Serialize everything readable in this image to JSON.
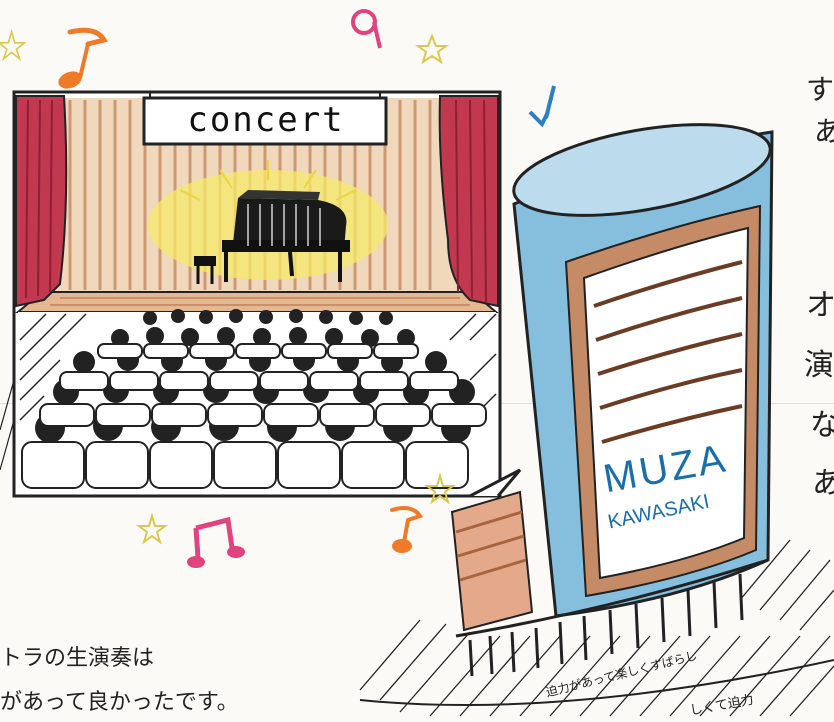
{
  "stage": {
    "banner": "concert"
  },
  "building": {
    "name_line1": "MUZA",
    "name_line2": "KAWASAKI"
  },
  "caption_left": {
    "line1": "トラの生演奏は",
    "line2": "があって良かったです。"
  },
  "caption_right_fragments": [
    "す",
    "あ",
    "オ",
    "演",
    "な",
    "あ"
  ],
  "caption_bottom": {
    "line1": "迫力があって楽しくすばらし",
    "line2": "しくて迫力"
  },
  "colors": {
    "curtain": "#c2384f",
    "stage_wall": "#e8c7a8",
    "building_blue": "#7fb6d6",
    "building_brown": "#b07a58",
    "sign_text": "#1a6fa8",
    "note_orange": "#ef7a27",
    "note_pink": "#e0437d",
    "note_blue": "#2c7fc0",
    "star_yellow": "#e6d25a"
  },
  "icons": [
    "music-note-icon",
    "star-icon",
    "grand-piano-icon"
  ]
}
